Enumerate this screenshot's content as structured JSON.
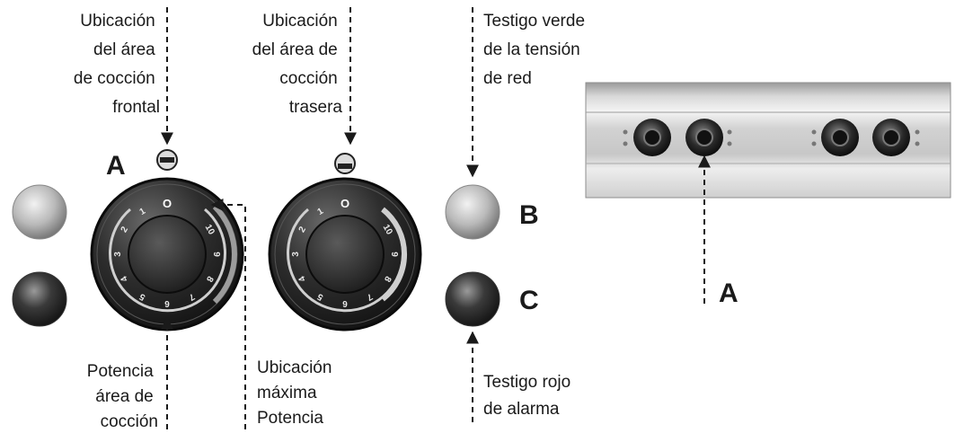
{
  "labels": {
    "front_zone": [
      "Ubicación",
      "del área",
      "de cocción",
      "frontal"
    ],
    "rear_zone": [
      "Ubicación",
      "del área de",
      "cocción",
      "trasera"
    ],
    "green_light": [
      "Testigo verde",
      "de la tensión",
      "de red"
    ],
    "power_level": [
      "Potencia",
      "área de",
      "cocción"
    ],
    "max_power": [
      "Ubicación",
      "máxima",
      "Potencia"
    ],
    "red_light": [
      "Testigo rojo",
      "de alarma"
    ]
  },
  "letters": {
    "a_dial": "A",
    "b": "B",
    "c": "C",
    "a_panel": "A"
  },
  "dial_scale": [
    "O",
    "1",
    "2",
    "3",
    "4",
    "5",
    "6",
    "7",
    "8",
    "9",
    "10"
  ],
  "colors": {
    "line": "#1a1a1a",
    "dial_dark": "#2b2b2b",
    "panel": "#d6d6d6"
  }
}
